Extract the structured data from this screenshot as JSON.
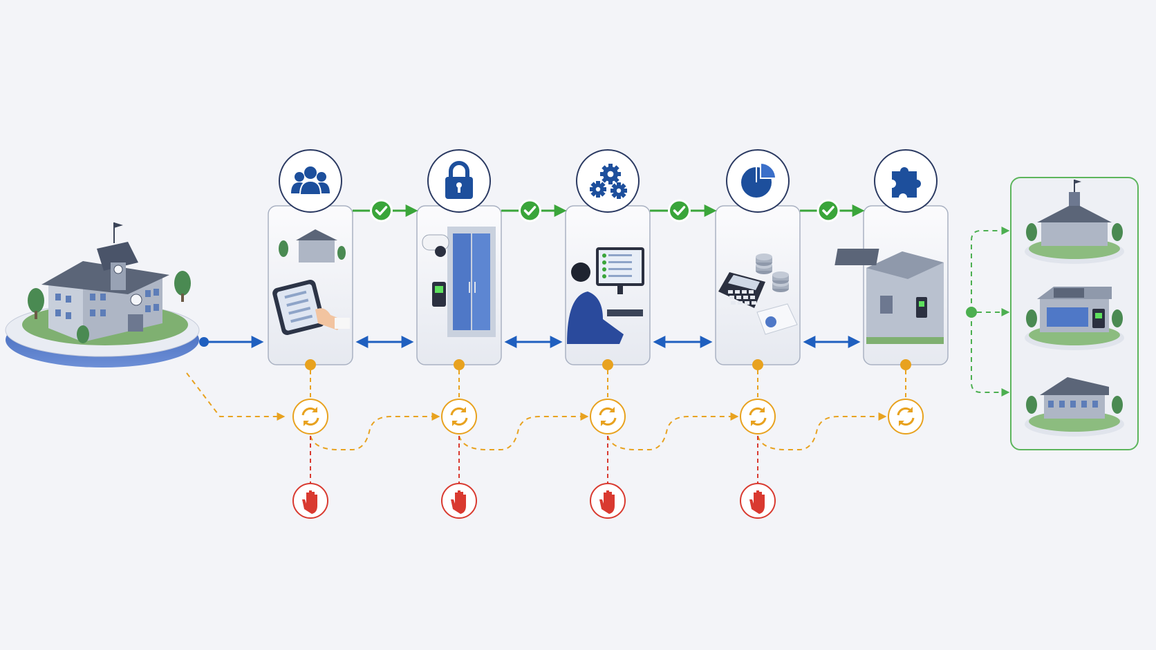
{
  "colors": {
    "background": "#f3f4f8",
    "primary_blue": "#1d4f9c",
    "flow_blue": "#1f5fbf",
    "approve_green": "#3aa53a",
    "outcome_green": "#5cb55c",
    "retry_orange": "#e8a21f",
    "stop_red": "#d93a30",
    "card_border": "#a9b1c2",
    "building_roof": "#5b6578",
    "building_wall": "#aeb6c5",
    "tree_green": "#4a8a52"
  },
  "icons": {
    "origin": "school-building-icon",
    "approval": "check-circle-icon",
    "retry": "refresh-cycle-icon",
    "stop": "stop-hand-icon",
    "outcomes": [
      "school-campus-icon",
      "modern-school-icon",
      "small-school-icon"
    ]
  },
  "stages": [
    {
      "icon": "team-people-icon",
      "scene": "tablet-checklist-campus-scene"
    },
    {
      "icon": "padlock-icon",
      "scene": "secure-door-camera-keypad-scene"
    },
    {
      "icon": "gears-icon",
      "scene": "operator-at-computer-scene"
    },
    {
      "icon": "pie-chart-icon",
      "scene": "calculator-coins-report-scene"
    },
    {
      "icon": "puzzle-piece-icon",
      "scene": "server-building-scene"
    }
  ]
}
